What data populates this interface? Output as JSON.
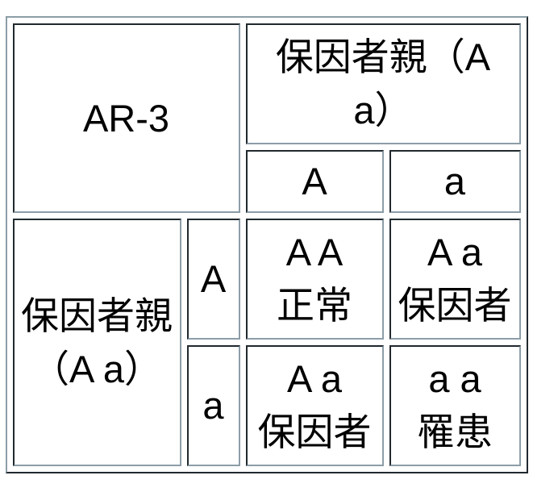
{
  "colors": {
    "border_dark": "#20292e",
    "border_light": "#8c9da7",
    "text": "#000000",
    "background": "#ffffff"
  },
  "punnett": {
    "label": "AR-3",
    "top_parent": {
      "text": "保因者親（A a）",
      "lines": [
        "保因者親（A",
        "a）"
      ]
    },
    "left_parent": {
      "text": "保因者親（A a）",
      "lines": [
        "保因者親",
        "（A a）"
      ]
    },
    "top_alleles": [
      "A",
      "a"
    ],
    "left_alleles": [
      "A",
      "a"
    ],
    "offspring": [
      {
        "genotype": "A A",
        "phenotype": "正常"
      },
      {
        "genotype": "A a",
        "phenotype": "保因者"
      },
      {
        "genotype": "A a",
        "phenotype": "保因者"
      },
      {
        "genotype": "a a",
        "phenotype": "罹患"
      }
    ]
  }
}
